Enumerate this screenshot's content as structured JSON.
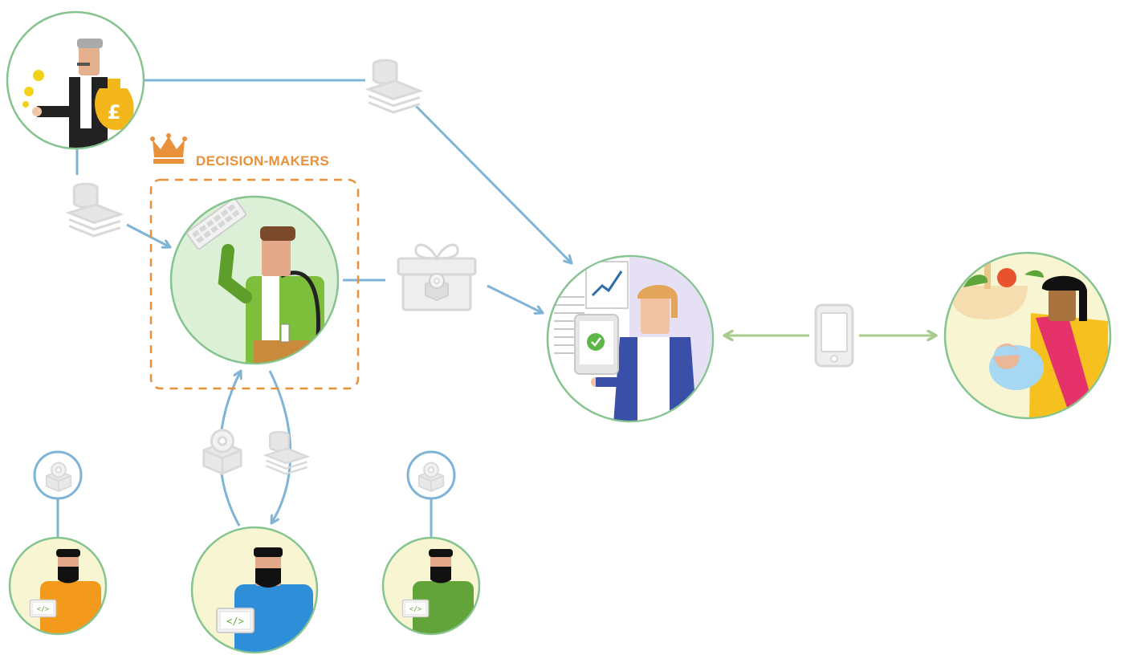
{
  "diagram": {
    "group_label": "DECISION-MAKERS",
    "colors": {
      "accent_orange": "#E8903A",
      "blue_line": "#7FB4D6",
      "green_line": "#A6CC8E",
      "grey_icon": "#D4D4D4",
      "circle_stroke": "#86C48F",
      "circle_fill_green": "#DCF0D8",
      "circle_fill_yellow": "#F8F6D2",
      "circle_fill_white": "#FFFFFF",
      "circle_fill_lavender": "#E6E0F4"
    },
    "icons": [
      "crown-icon",
      "money-stack-icon",
      "gift-icon",
      "cd-software-icon",
      "mobile-phone-icon",
      "code-laptop-icon",
      "tablet-check-icon",
      "chart-icon",
      "keyboard-icon",
      "pound-bag-icon"
    ],
    "nodes": [
      {
        "id": "investor",
        "icon": "investor-avatar-icon"
      },
      {
        "id": "decision-maker",
        "icon": "office-worker-avatar-icon"
      },
      {
        "id": "service-provider",
        "icon": "service-worker-avatar-icon"
      },
      {
        "id": "beneficiary",
        "icon": "mother-baby-avatar-icon"
      },
      {
        "id": "developer-left",
        "icon": "developer-orange-avatar-icon"
      },
      {
        "id": "developer-center",
        "icon": "developer-blue-avatar-icon"
      },
      {
        "id": "developer-right",
        "icon": "developer-green-avatar-icon"
      }
    ]
  }
}
